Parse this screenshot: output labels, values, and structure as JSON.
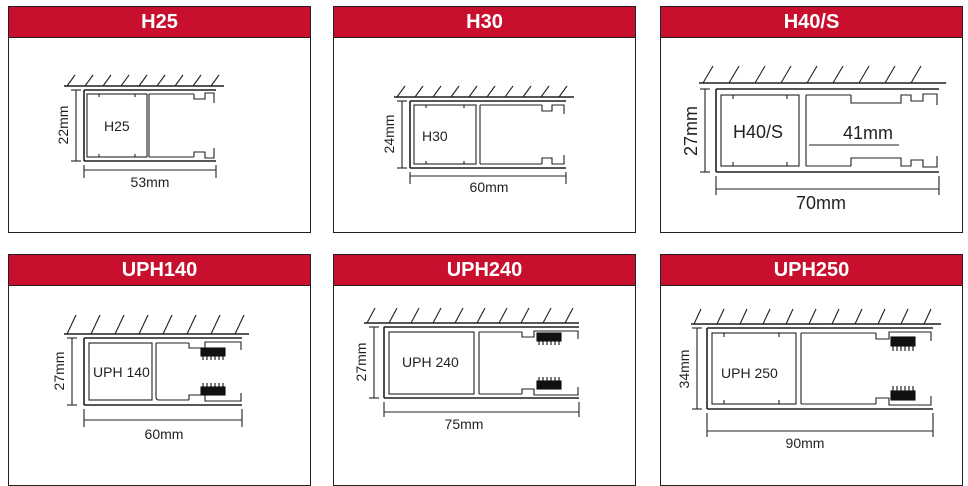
{
  "colors": {
    "header": "#c8102e",
    "ink": "#231f20",
    "brush": "#111111",
    "background": "#ffffff"
  },
  "panels": [
    {
      "title": "H25",
      "profile_label": "H25",
      "height_label": "22mm",
      "width_label": "53mm"
    },
    {
      "title": "H30",
      "profile_label": "H30",
      "height_label": "24mm",
      "width_label": "60mm"
    },
    {
      "title": "H40/S",
      "profile_label": "H40/S",
      "height_label": "27mm",
      "width_label": "70mm",
      "inner_label": "41mm"
    },
    {
      "title": "UPH140",
      "profile_label": "UPH 140",
      "height_label": "27mm",
      "width_label": "60mm"
    },
    {
      "title": "UPH240",
      "profile_label": "UPH 240",
      "height_label": "27mm",
      "width_label": "75mm"
    },
    {
      "title": "UPH250",
      "profile_label": "UPH 250",
      "height_label": "34mm",
      "width_label": "90mm"
    }
  ]
}
